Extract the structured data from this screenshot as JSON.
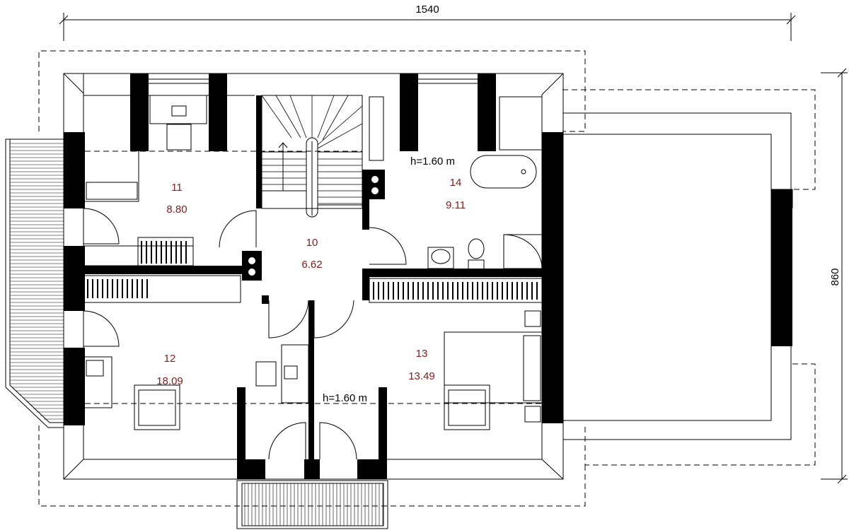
{
  "dimensions": {
    "width": "1540",
    "depth": "860"
  },
  "notes": {
    "height_note_upper": "h=1.60 m",
    "height_note_lower": "h=1.60 m"
  },
  "rooms": [
    {
      "id": "11",
      "area": "8.80"
    },
    {
      "id": "14",
      "area": "9.11"
    },
    {
      "id": "10",
      "area": "6.62"
    },
    {
      "id": "12",
      "area": "18.09"
    },
    {
      "id": "13",
      "area": "13.49"
    }
  ],
  "colors": {
    "room_label": "#8b1a1a",
    "lines": "#000000"
  }
}
